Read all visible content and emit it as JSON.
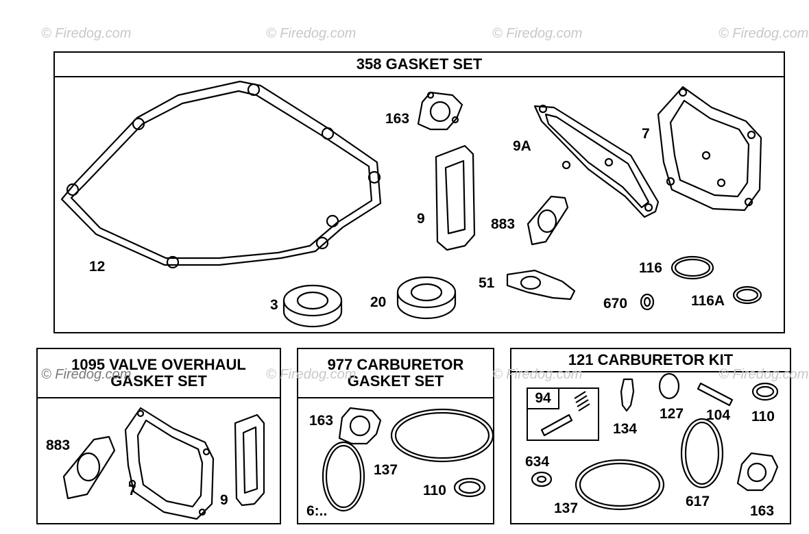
{
  "watermarks": [
    "© Firedog.com",
    "© Firedog.com",
    "© Firedog.com",
    "© Firedog.com",
    "© Firedog.com",
    "© Firedog.com",
    "© Firedog.com",
    "© Firedog.com"
  ],
  "panels": {
    "gasket_set": {
      "title": "358 GASKET SET",
      "labels": {
        "p12": "12",
        "p3": "3",
        "p20": "20",
        "p163": "163",
        "p9": "9",
        "p9a": "9A",
        "p883": "883",
        "p7": "7",
        "p51": "51",
        "p116": "116",
        "p670": "670",
        "p116a": "116A"
      }
    },
    "valve_overhaul": {
      "title_line1": "1095 VALVE OVERHAUL",
      "title_line2": "GASKET SET",
      "labels": {
        "p883": "883",
        "p7": "7",
        "p9": "9"
      }
    },
    "carb_gasket": {
      "title_line1": "977 CARBURETOR",
      "title_line2": "GASKET SET",
      "labels": {
        "p163": "163",
        "p137": "137",
        "p110": "110",
        "p6": "6:.."
      }
    },
    "carb_kit": {
      "title": "121 CARBURETOR KIT",
      "labels": {
        "p94": "94",
        "p134": "134",
        "p127": "127",
        "p104": "104",
        "p110": "110",
        "p634": "634",
        "p137": "137",
        "p617": "617",
        "p163": "163"
      }
    }
  }
}
